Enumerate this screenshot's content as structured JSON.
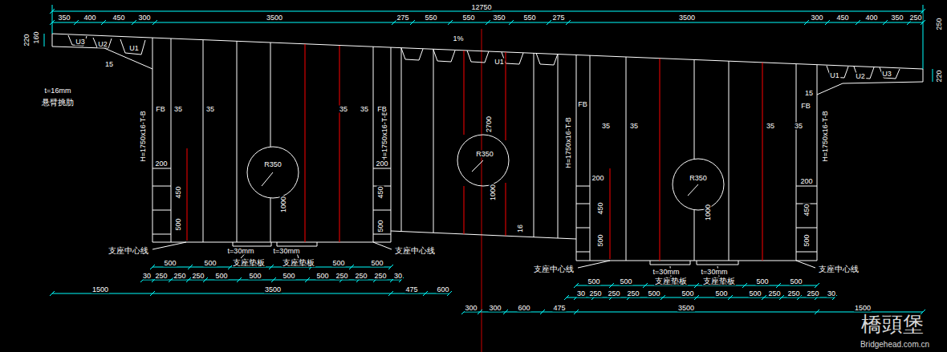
{
  "diagram": {
    "labels": [
      "12750",
      "350",
      "400",
      "450",
      "300",
      "3500",
      "275",
      "550",
      "550",
      "350",
      "550",
      "275",
      "3500",
      "300",
      "450",
      "400",
      "350",
      "250",
      "220",
      "160",
      "250",
      "220",
      "U3",
      "U2",
      "U1",
      "U1",
      "U1",
      "U2",
      "U3",
      "15",
      "15",
      "t=16mm",
      "悬臂挑肋",
      "1%",
      "H=1750x16-T-B",
      "H=1750x16-T-B",
      "H=1750x16-T-B",
      "H=1750x16-T-B",
      "2700",
      "FB",
      "FB",
      "FB",
      "FB",
      "35",
      "35",
      "35",
      "35",
      "35",
      "35",
      "35",
      "35",
      "R350",
      "R350",
      "R350",
      "200",
      "450",
      "500",
      "1000",
      "200",
      "450",
      "500",
      "1000",
      "16",
      "200",
      "450",
      "500",
      "1000",
      "200",
      "450",
      "500",
      "支座中心线",
      "t=30mm",
      "t=30mm",
      "支座中心线",
      "500",
      "500",
      "支座垫板",
      "支座垫板",
      "500",
      "500",
      "30",
      "250",
      "250",
      "250",
      "500",
      "500",
      "500",
      "500",
      "250",
      "250",
      "250",
      "30",
      "1500",
      "3500",
      "475",
      "600",
      "支座中心线",
      "t=30mm",
      "t=30mm",
      "支座中心线",
      "500",
      "500",
      "支座垫板",
      "支座垫板",
      "500",
      "500",
      "30",
      "250",
      "250",
      "250",
      "500",
      "500",
      "500",
      "500",
      "250",
      "250",
      "250",
      "30",
      "300",
      "300",
      "600",
      "475",
      "3500",
      "1500",
      "橋頭堡",
      "Bridgehead.com.cn"
    ]
  }
}
